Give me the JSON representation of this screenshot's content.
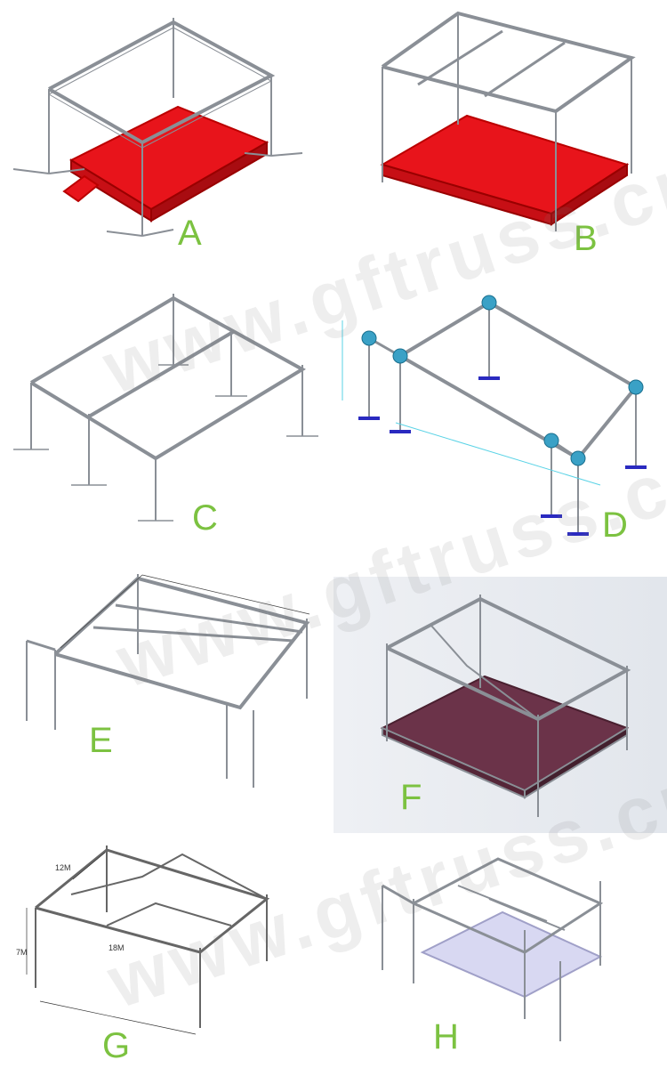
{
  "panels": [
    {
      "label": "A"
    },
    {
      "label": "B"
    },
    {
      "label": "C"
    },
    {
      "label": "D"
    },
    {
      "label": "E"
    },
    {
      "label": "F"
    },
    {
      "label": "G",
      "dimensions": [
        "12M",
        "7M",
        "18M"
      ]
    },
    {
      "label": "H"
    }
  ],
  "watermark": "www.gftruss.cn",
  "colors": {
    "label": "#7cc241",
    "stage_red": "#e8141b",
    "stage_maroon": "#6b3349",
    "truss_gray": "#8a8f96",
    "stage_lilac": "#d8d8f2"
  }
}
